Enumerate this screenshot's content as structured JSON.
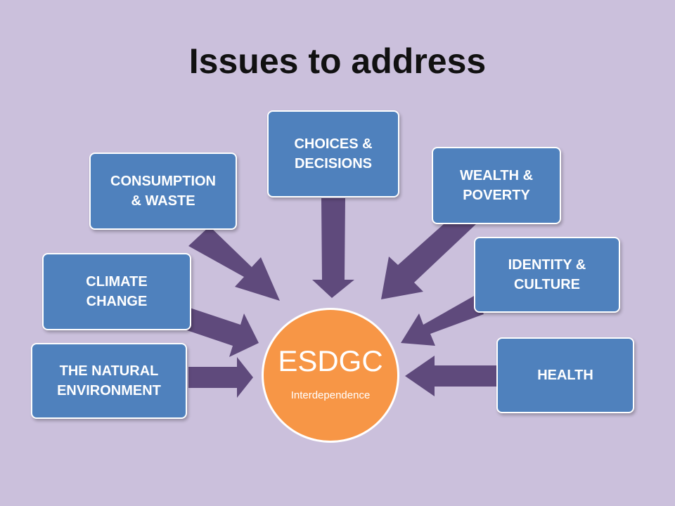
{
  "slide": {
    "title": "Issues to address",
    "hub": {
      "title": "ESDGC",
      "subtitle": "Interdependence"
    },
    "issues": {
      "natural_environment": "THE NATURAL\nENVIRONMENT",
      "climate_change": "CLIMATE\nCHANGE",
      "consumption_waste": "CONSUMPTION\n& WASTE",
      "choices_decisions": "CHOICES &\nDECISIONS",
      "wealth_poverty": "WEALTH &\nPOVERTY",
      "identity_culture": "IDENTITY &\nCULTURE",
      "health": "HEALTH"
    }
  },
  "colors": {
    "background": "#cbc0dc",
    "box": "#4f81bd",
    "arrow": "#5f4a7c",
    "hub": "#f79646"
  }
}
